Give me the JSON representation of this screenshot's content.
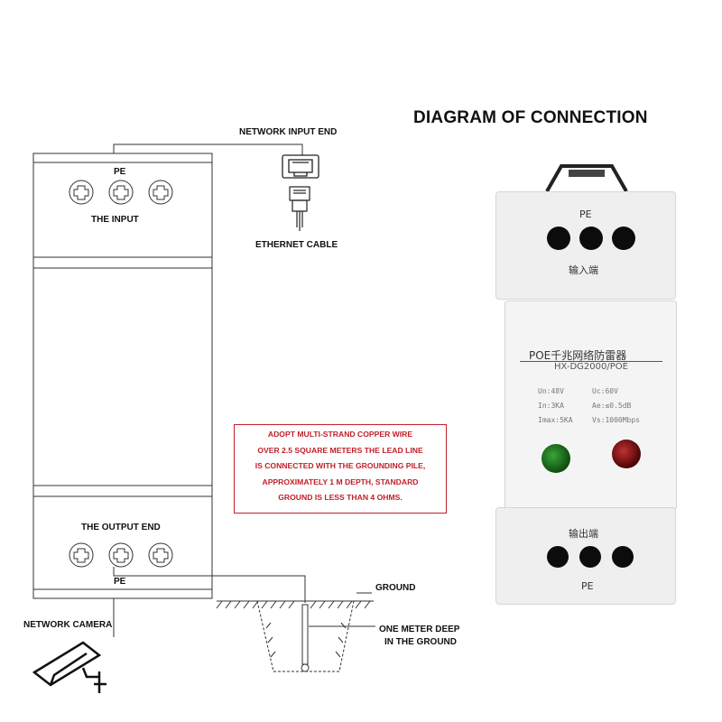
{
  "title": "DIAGRAM OF CONNECTION",
  "labels": {
    "network_input_end": "NETWORK INPUT END",
    "ethernet_cable": "ETHERNET CABLE",
    "pe_top": "PE",
    "the_input": "THE INPUT",
    "the_output_end": "THE OUTPUT END",
    "pe_bottom": "PE",
    "ground": "GROUND",
    "one_meter_line1": "ONE METER DEEP",
    "one_meter_line2": "IN THE GROUND",
    "network_camera": "NETWORK CAMERA"
  },
  "notice": [
    "ADOPT MULTI-STRAND COPPER WIRE",
    "OVER 2.5 SQUARE METERS THE LEAD  LINE",
    "IS CONNECTED WITH THE GROUNDING PILE,",
    "APPROXIMATELY 1 M DEPTH, STANDARD",
    "GROUND IS LESS THAN 4 OHMS."
  ],
  "device": {
    "pe_top": "PE",
    "input_label": "输入端",
    "name": "POE千兆网络防雷器",
    "model": "HX-DG2000/POE",
    "specs": {
      "un": "Un:48V",
      "uc": "Uc:60V",
      "in": "In:3KA",
      "ae": "Ae:≤0.5dB",
      "imax": "Imax:5KA",
      "vs": "Vs:1000Mbps"
    },
    "output_label": "输出端",
    "pe_bottom": "PE"
  },
  "colors": {
    "warning": "#c0202a",
    "led_green": "#1a7a1a",
    "led_red": "#8a1010"
  }
}
